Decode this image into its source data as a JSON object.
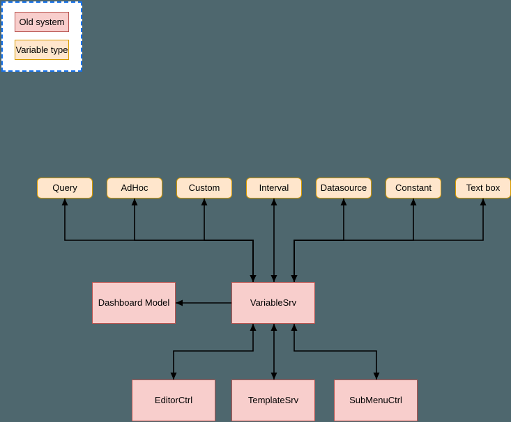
{
  "legend": {
    "old_system_label": "Old system",
    "variable_type_label": "Variable type"
  },
  "nodes": {
    "query": {
      "label": "Query"
    },
    "adhoc": {
      "label": "AdHoc"
    },
    "custom": {
      "label": "Custom"
    },
    "interval": {
      "label": "Interval"
    },
    "datasource": {
      "label": "Datasource"
    },
    "constant": {
      "label": "Constant"
    },
    "textbox": {
      "label": "Text box"
    },
    "variable_srv": {
      "label": "VariableSrv"
    },
    "dashboard_model": {
      "label": "Dashboard Model"
    },
    "editor_ctrl": {
      "label": "EditorCtrl"
    },
    "template_srv": {
      "label": "TemplateSrv"
    },
    "sub_menu_ctrl": {
      "label": "SubMenuCtrl"
    }
  },
  "colors": {
    "background": "#4e676e",
    "old_system_fill": "#f8cecc",
    "old_system_border": "#b85450",
    "variable_type_fill": "#ffe6cc",
    "variable_type_border": "#d79b00",
    "legend_fill": "#ffffff",
    "legend_border": "#1672ec",
    "connector": "#000000",
    "text": "#000000"
  }
}
